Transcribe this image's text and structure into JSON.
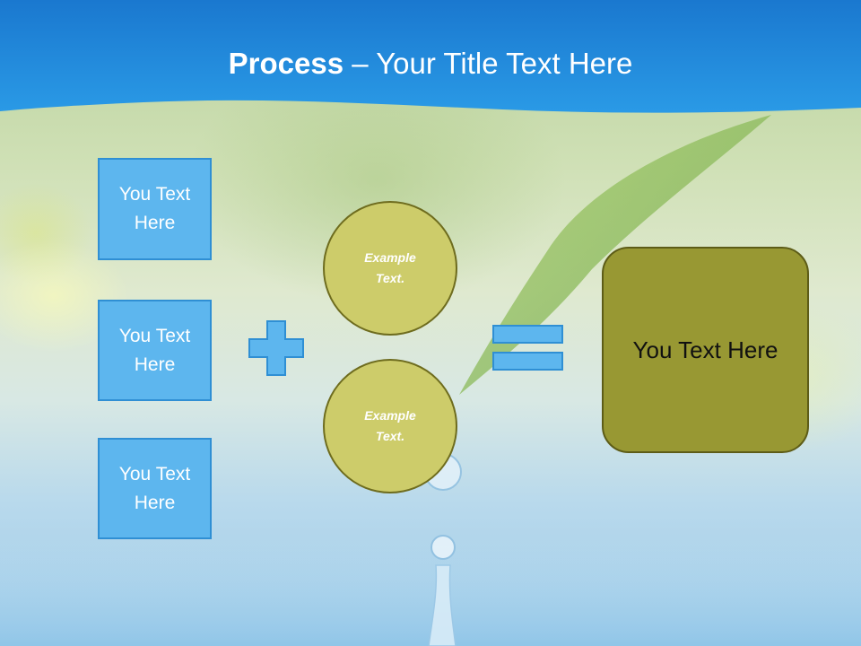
{
  "title": {
    "bold": "Process",
    "rest": " – Your Title Text Here"
  },
  "left_boxes": [
    {
      "label": "You Text Here"
    },
    {
      "label": "You Text Here"
    },
    {
      "label": "You Text Here"
    }
  ],
  "circles": [
    {
      "label": "Example Text."
    },
    {
      "label": "Example Text."
    }
  ],
  "result": {
    "label": "You Text Here"
  },
  "colors": {
    "header_blue": "#1e88d8",
    "box_fill": "#5db6ee",
    "box_border": "#2f8fd4",
    "circle_fill": "#cdcc6a",
    "circle_border": "#6e6c1e",
    "result_fill": "#989833"
  }
}
